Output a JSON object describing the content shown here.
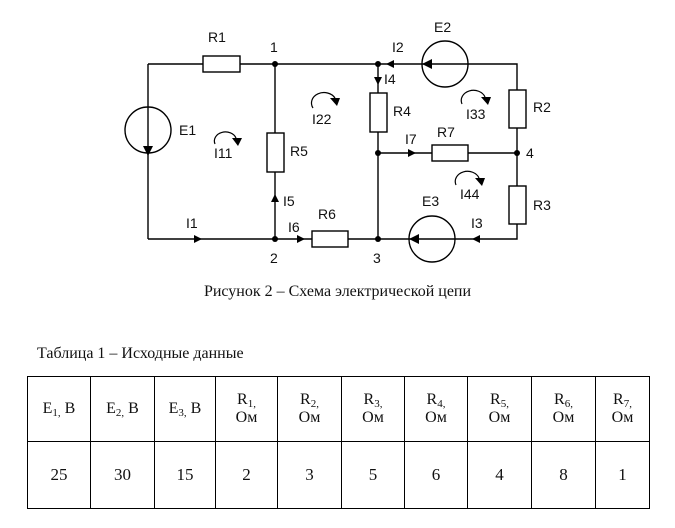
{
  "figure": {
    "caption": "Рисунок 2 – Схема электрической цепи",
    "nodes": [
      "1",
      "2",
      "3",
      "4"
    ],
    "resistors": [
      "R1",
      "R2",
      "R3",
      "R4",
      "R5",
      "R6",
      "R7"
    ],
    "sources": [
      "E1",
      "E2",
      "E3"
    ],
    "branch_currents": [
      "I1",
      "I2",
      "I3",
      "I4",
      "I5",
      "I6",
      "I7"
    ],
    "loop_currents": [
      "I11",
      "I22",
      "I33",
      "I44"
    ]
  },
  "table": {
    "caption": "Таблица 1 – Исходные данные",
    "headers": [
      {
        "sym": "E",
        "sub": "1,",
        "unit": "В",
        "inline": true
      },
      {
        "sym": "E",
        "sub": "2,",
        "unit": "В",
        "inline": true
      },
      {
        "sym": "E",
        "sub": "3,",
        "unit": "В",
        "inline": true
      },
      {
        "sym": "R",
        "sub": "1,",
        "unit": "Ом",
        "inline": false
      },
      {
        "sym": "R",
        "sub": "2,",
        "unit": "Ом",
        "inline": false
      },
      {
        "sym": "R",
        "sub": "3,",
        "unit": "Ом",
        "inline": false
      },
      {
        "sym": "R",
        "sub": "4,",
        "unit": "Ом",
        "inline": false
      },
      {
        "sym": "R",
        "sub": "5,",
        "unit": "Ом",
        "inline": false
      },
      {
        "sym": "R",
        "sub": "6,",
        "unit": "Ом",
        "inline": false
      },
      {
        "sym": "R",
        "sub": "7,",
        "unit": "Ом",
        "inline": false
      }
    ],
    "values": [
      "25",
      "30",
      "15",
      "2",
      "3",
      "5",
      "6",
      "4",
      "8",
      "1"
    ]
  }
}
